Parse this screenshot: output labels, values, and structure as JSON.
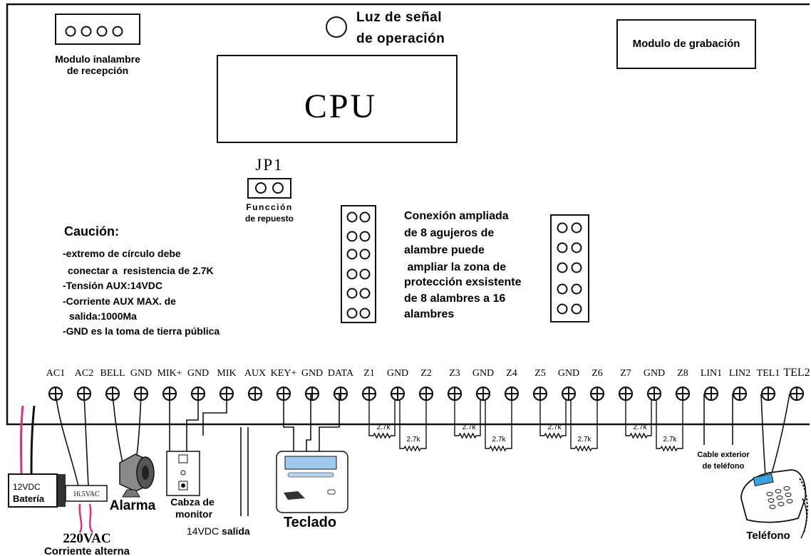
{
  "cpu": {
    "label": "CPU"
  },
  "signal_light": {
    "line1": "Luz de señal",
    "line2": "de operación"
  },
  "wireless_module": {
    "line1": "Modulo inalambre",
    "line2": "de recepción"
  },
  "recording_module": {
    "label": "Modulo de grabación"
  },
  "jumper": {
    "label": "JP1",
    "caption_line1": "Funcción",
    "caption_line2": "de repuesto"
  },
  "caution": {
    "title": "Caución:",
    "lines": [
      "-extremo de círculo debe",
      "conectar a  resistencia de 2.7K",
      "-Tensión AUX:14VDC",
      "-Corriente AUX MAX. de",
      "salida:1000Ma",
      "-GND es la toma de tierra pública"
    ]
  },
  "expansion_note": {
    "lines": [
      "Conexión ampliada",
      "de 8 agujeros de",
      "alambre puede",
      " ampliar la zona de",
      "protección exsistente",
      "de 8 alambres a 16",
      "alambres"
    ]
  },
  "terminals": [
    "AC1",
    "AC2",
    "BELL",
    "GND",
    "MIK+",
    "GND",
    "MIK",
    "AUX",
    "KEY+",
    "GND",
    "DATA",
    "Z1",
    "GND",
    "Z2",
    "Z3",
    "GND",
    "Z4",
    "Z5",
    "GND",
    "Z6",
    "Z7",
    "GND",
    "Z8",
    "LIN1",
    "LIN2",
    "TEL1",
    "TEL2"
  ],
  "resistor_label": "2.7k",
  "devices": {
    "battery": {
      "line1": "12VDC",
      "line2": "Batería"
    },
    "transformer": {
      "label": "16.5VAC"
    },
    "ac_power": {
      "line1": "220VAC",
      "line2": "Corriente alterna"
    },
    "alarm": {
      "label": "Alarma"
    },
    "monitor": {
      "line1": "Cabza de",
      "line2": "monitor"
    },
    "aux_out": {
      "label_a": "14VDC ",
      "label_b": "salida"
    },
    "keypad": {
      "label": "Teclado"
    },
    "phone_line": {
      "line1": "Cable exterior",
      "line2": "de teléfono"
    },
    "phone": {
      "label": "Teléfono"
    }
  },
  "colors": {
    "ink": "#111111",
    "wire_pink": "#e0307a",
    "screen_blue": "#9ec8ee",
    "phone_screen": "#3aa0e0"
  }
}
